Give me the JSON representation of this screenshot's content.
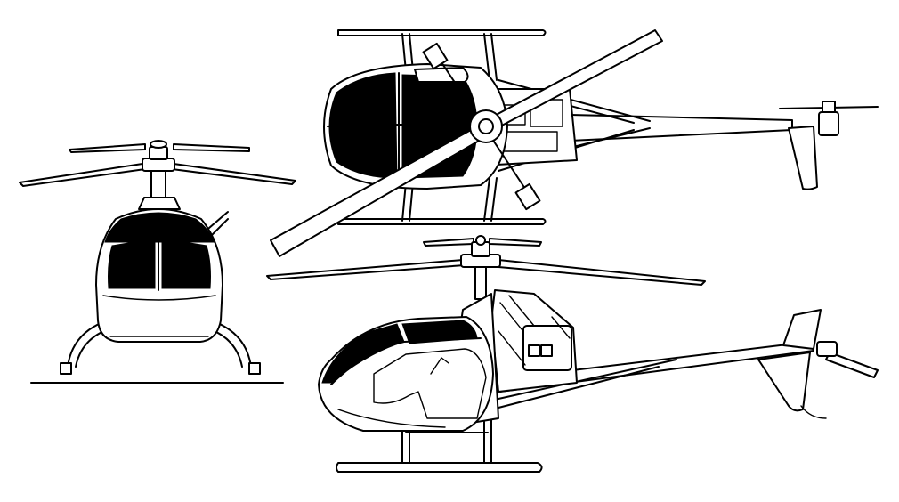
{
  "drawing": {
    "views": [
      {
        "view": "front"
      },
      {
        "view": "top"
      },
      {
        "view": "side"
      }
    ],
    "colors": {
      "ink": "#000000",
      "paper": "#ffffff"
    }
  }
}
